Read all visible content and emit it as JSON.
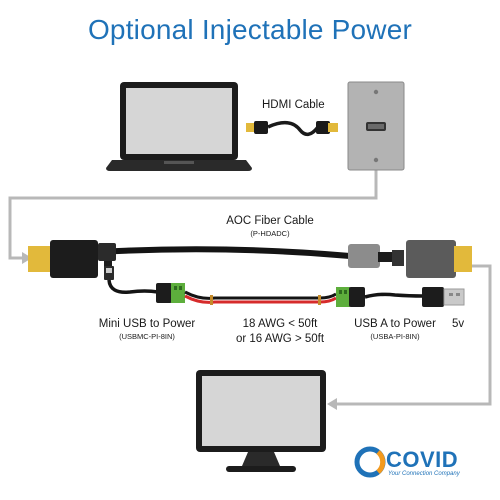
{
  "title": "Optional Injectable Power",
  "hdmi_cable_label": "HDMI Cable",
  "aoc": {
    "label": "AOC Fiber Cable",
    "part": "(P-HDADC)"
  },
  "mini_usb": {
    "label": "Mini USB to Power",
    "part": "(USBMC-PI-8IN)"
  },
  "usb_a": {
    "label": "USB A to Power",
    "part": "(USBA-PI-8IN)",
    "voltage": "5v"
  },
  "wire_gauge": {
    "line1": "18 AWG < 50ft",
    "line2": "or 16 AWG > 50ft"
  },
  "brand": {
    "name": "COVID",
    "tagline": "Your Connection Company"
  },
  "colors": {
    "title_blue": "#1f72b8",
    "connector_green": "#5dae3c",
    "wire_red": "#d62b2b",
    "route_gray": "#b8b8b8",
    "logo_orange": "#f39a1e"
  }
}
